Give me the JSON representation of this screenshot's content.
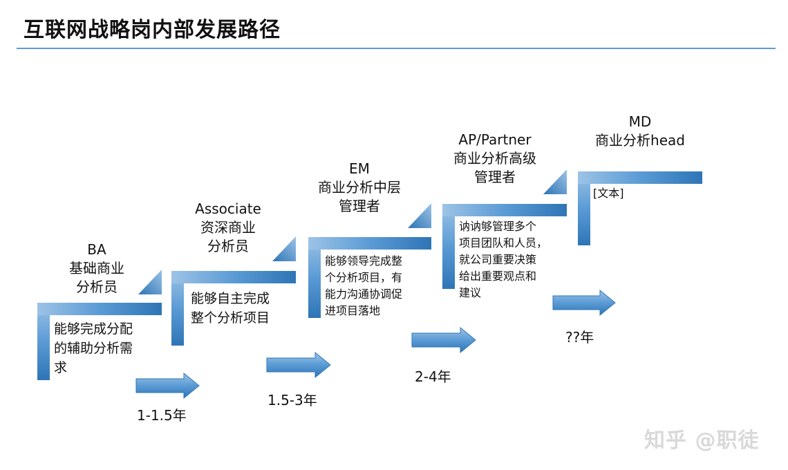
{
  "title": "互联网战略岗内部发展路径",
  "colors": {
    "bar_top": "#9dc3e6",
    "bar_mid": "#5b9bd5",
    "bar_bottom": "#2e75b6",
    "rule": "#5b9bd5"
  },
  "levels": [
    {
      "role": "BA",
      "name_lines": [
        "基础商业",
        "分析员"
      ],
      "desc_lines": [
        "能够完成分配",
        "的辅助分析需",
        "求"
      ],
      "years": "1-1.5年"
    },
    {
      "role": "Associate",
      "name_lines": [
        "资深商业",
        "分析员"
      ],
      "desc_lines": [
        "能够自主完成",
        "整个分析项目"
      ],
      "years": "1.5-3年"
    },
    {
      "role": "EM",
      "name_lines": [
        "商业分析中层",
        "管理者"
      ],
      "desc_lines": [
        "能够领导完成整",
        "个分析项目，有",
        "能力沟通协调促",
        "进项目落地"
      ],
      "years": "2-4年"
    },
    {
      "role": "AP/Partner",
      "name_lines": [
        "商业分析高级",
        "管理者"
      ],
      "desc_lines": [
        "讷讷够管理多个",
        "项目团队和人员，",
        "就公司重要决策",
        "给出重要观点和",
        "建议"
      ],
      "years": "??年"
    },
    {
      "role": "MD",
      "name_lines": [
        "商业分析head"
      ],
      "desc_lines": [
        "[文本]"
      ]
    }
  ],
  "watermark": "知乎 @职徒"
}
